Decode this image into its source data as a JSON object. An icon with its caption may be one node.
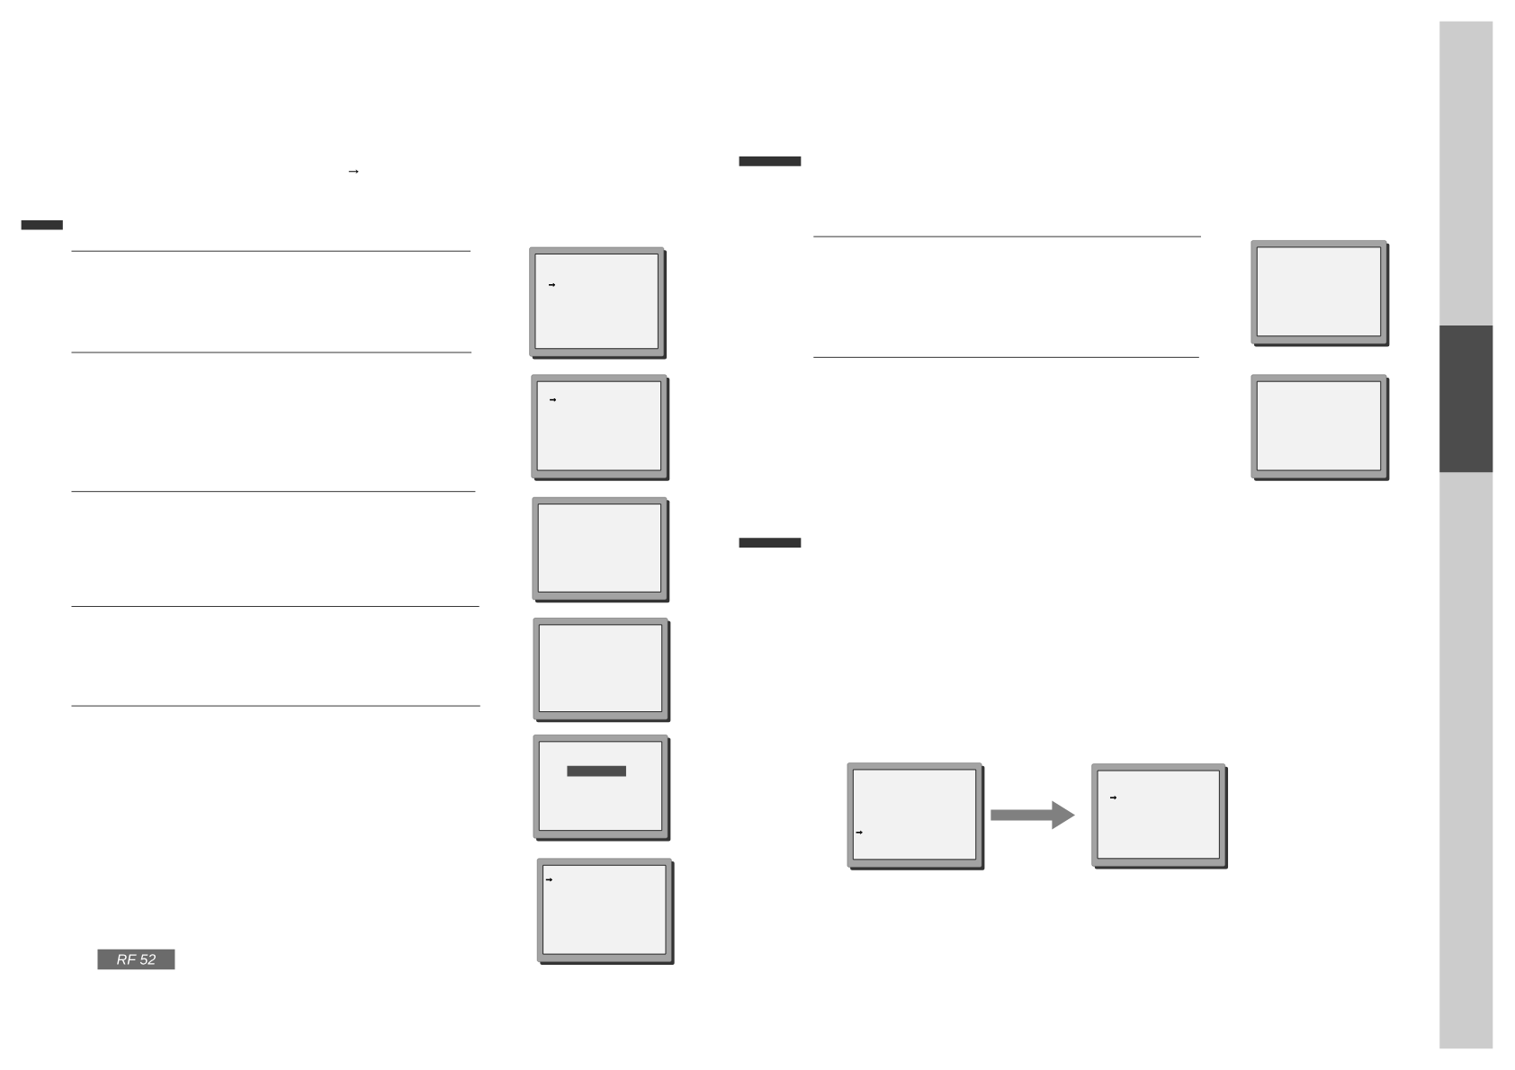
{
  "diagram": {
    "nodes": [
      {
        "text": [],
        "shape": "box"
      },
      {
        "text": [],
        "shape": "box"
      },
      {
        "text": [],
        "shape": "box"
      },
      {
        "text": [],
        "shape": "box"
      },
      {
        "text": [],
        "shape": "box"
      },
      {
        "text": [],
        "shape": "box"
      },
      {
        "text": [],
        "shape": "box"
      },
      {
        "text": [],
        "shape": "box"
      },
      {
        "text": [],
        "shape": "box"
      },
      {
        "text": [],
        "shape": "box"
      },
      {
        "text": [
          "RF 52"
        ]
      }
    ],
    "edges": [
      {
        "from": 8,
        "to": 9,
        "arrow": "to"
      }
    ],
    "labels": [
      "→"
    ]
  }
}
